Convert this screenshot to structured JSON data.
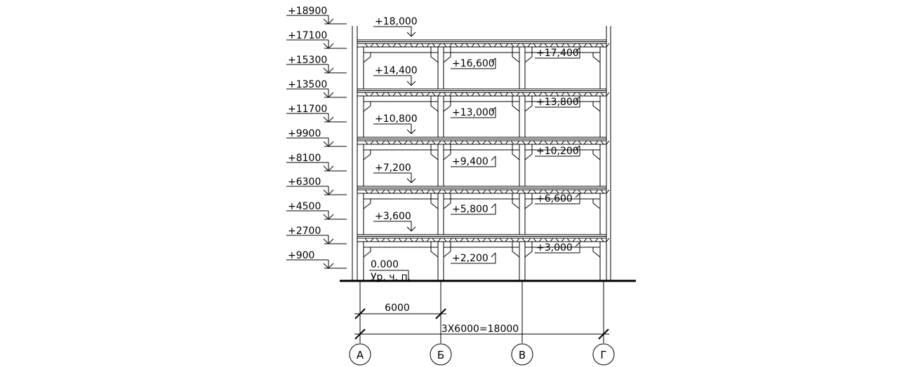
{
  "left_elevations": [
    "+18900",
    "+17100",
    "+15300",
    "+13500",
    "+11700",
    "+9900",
    "+8100",
    "+6300",
    "+4500",
    "+2700",
    "+900"
  ],
  "bay_a_marks": [
    "+18,000",
    "+14,400",
    "+10,800",
    "+7,200",
    "+3,600"
  ],
  "bay_b_marks": [
    "+16,600",
    "+13,000",
    "+9,400",
    "+5,800",
    "+2,200"
  ],
  "bay_c_marks": [
    "+17,400",
    "+13,800",
    "+10,200",
    "+6,600",
    "+3,000"
  ],
  "ground": {
    "level": "0.000",
    "label": "Ур. ч. п."
  },
  "dimensions": {
    "bay": "6000",
    "total": "3Х6000=18000"
  },
  "axes": [
    "А",
    "Б",
    "В",
    "Г"
  ],
  "colors": {
    "line": "#000000",
    "background": "#ffffff"
  }
}
